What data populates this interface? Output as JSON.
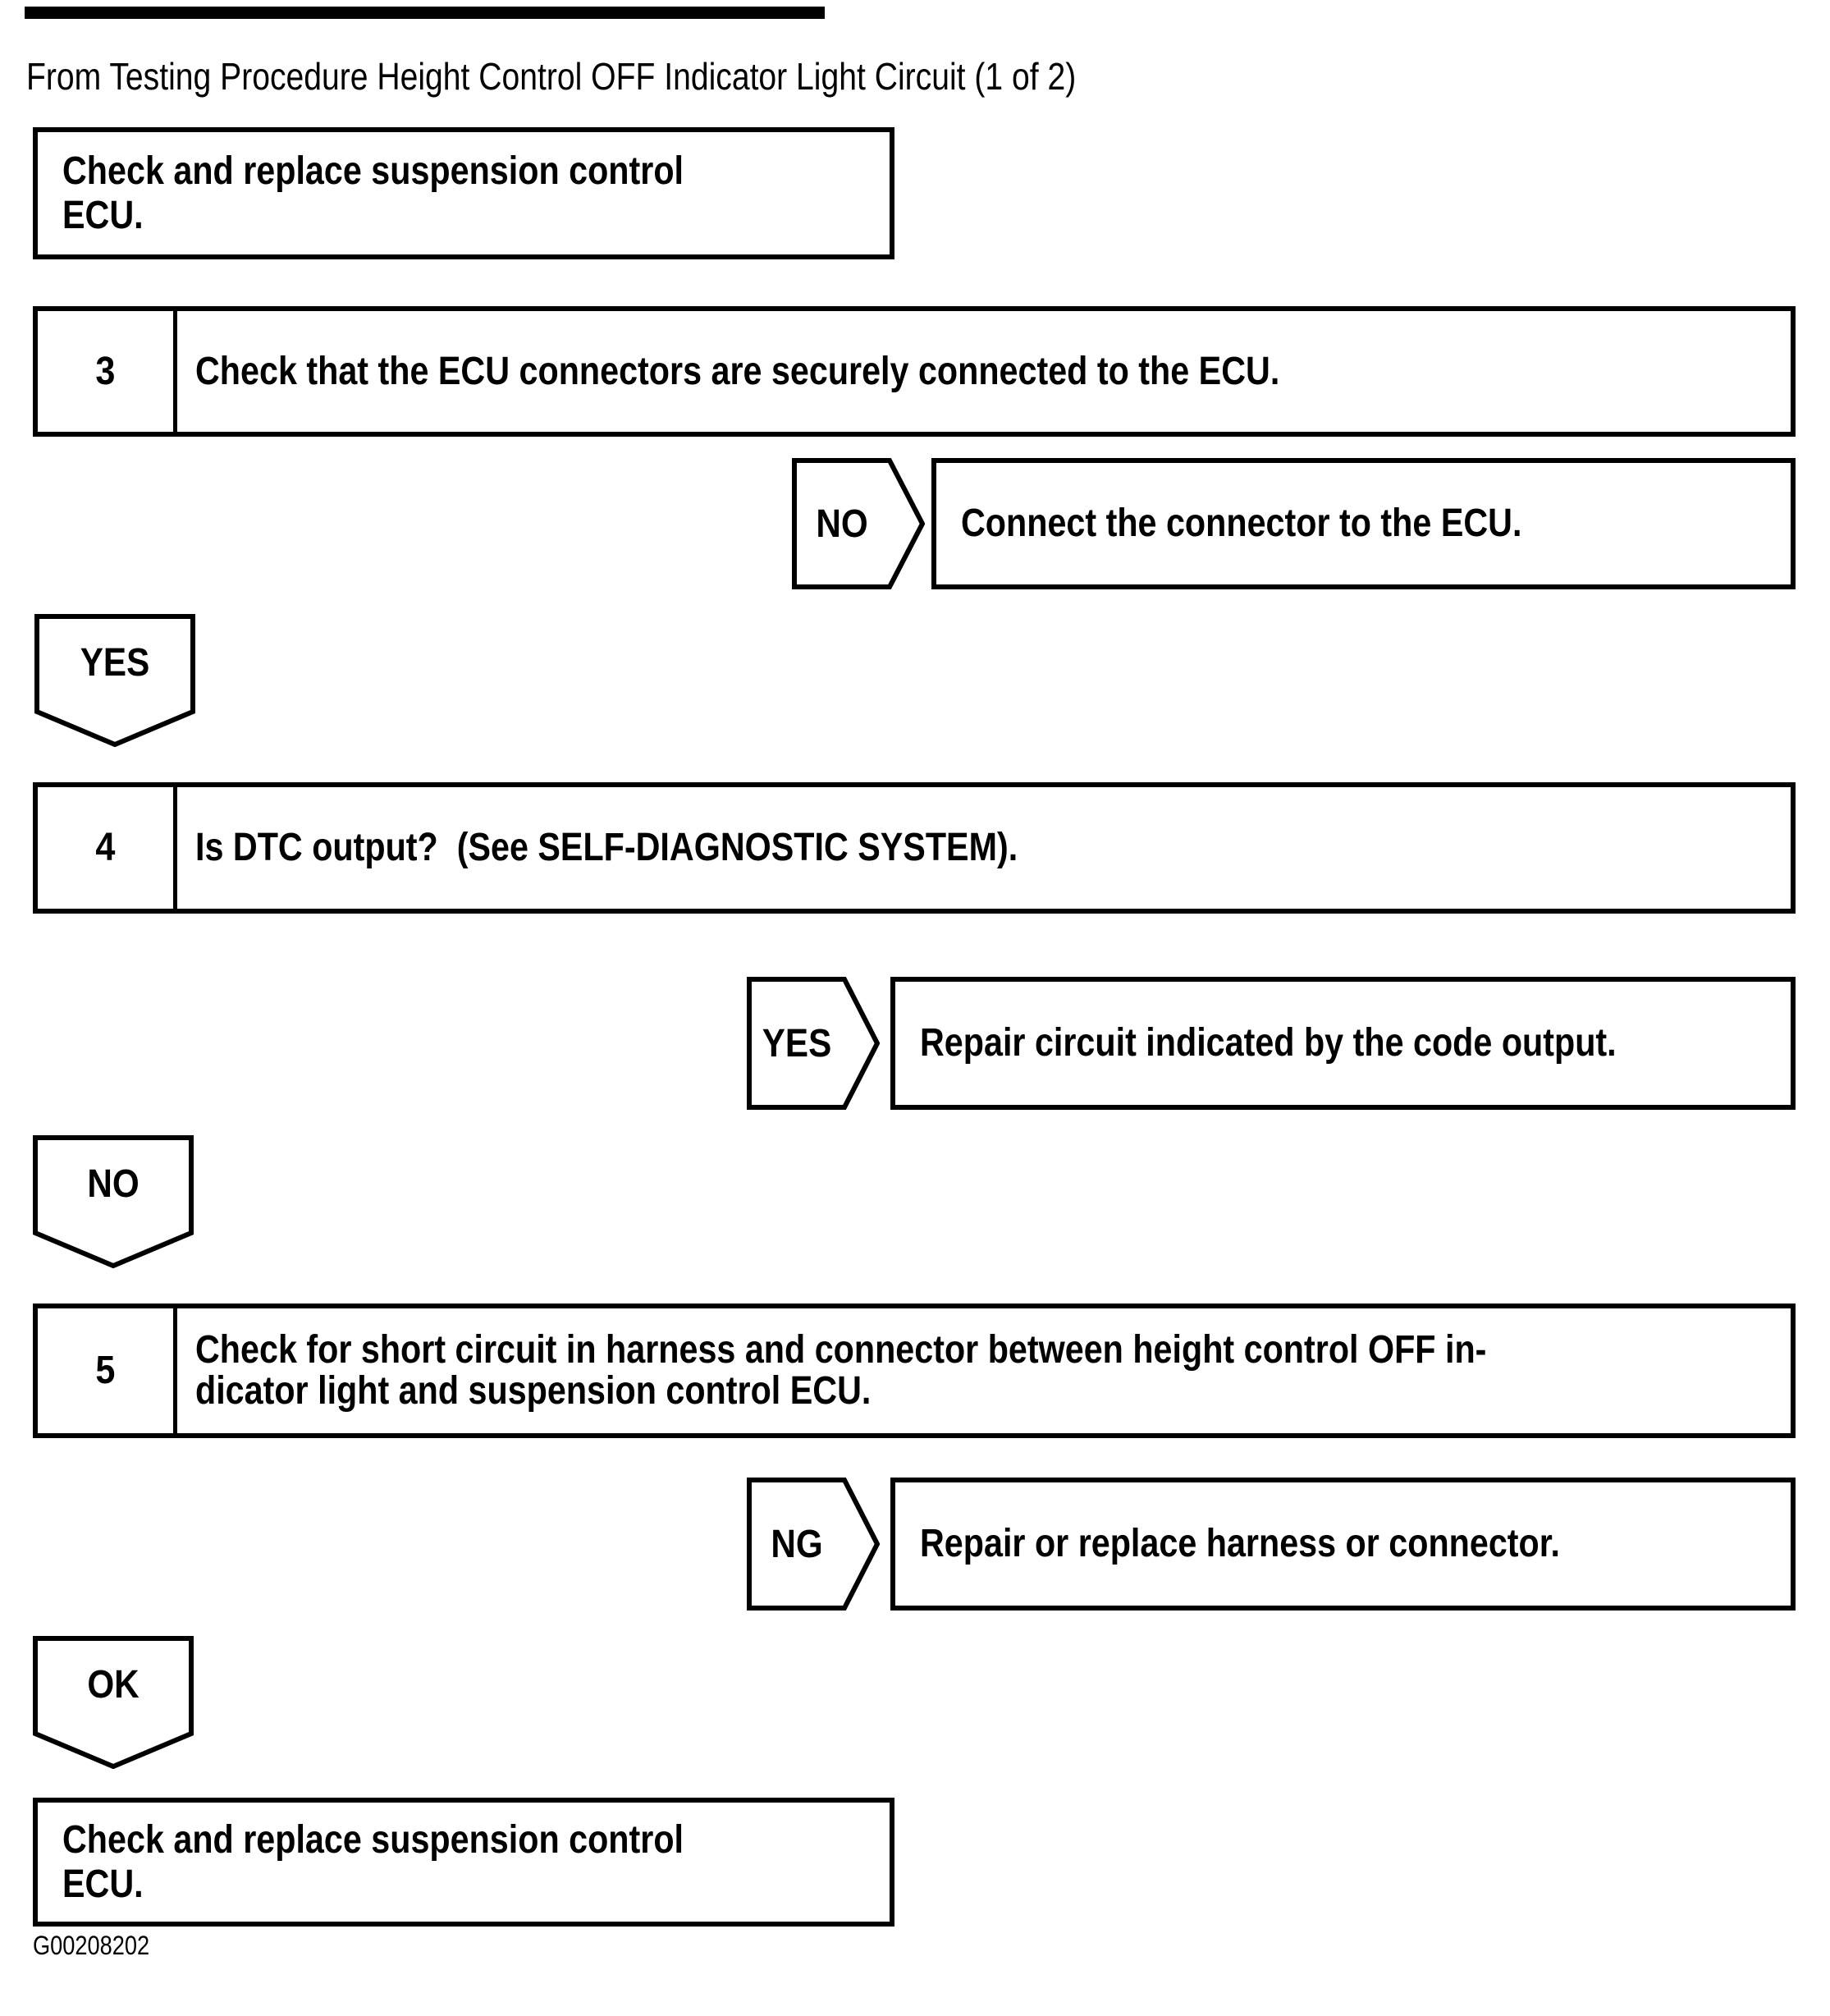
{
  "page": {
    "title": "From Testing Procedure Height Control OFF Indicator Light Circuit (1 of 2)",
    "figure_id": "G00208202",
    "colors": {
      "line": "#000000",
      "background": "#ffffff"
    }
  },
  "flowchart": {
    "start_box": {
      "text": "Check and replace suspension control ECU."
    },
    "steps": [
      {
        "number": "3",
        "text": "Check that the ECU connectors are securely connected to the ECU.",
        "branch": {
          "label": "NO",
          "action": "Connect the connector to the ECU."
        },
        "continue_label": "YES"
      },
      {
        "number": "4",
        "text": "Is DTC output?  (See SELF-DIAGNOSTIC SYSTEM).",
        "branch": {
          "label": "YES",
          "action": "Repair circuit indicated by the code output."
        },
        "continue_label": "NO"
      },
      {
        "number": "5",
        "text": "Check for short circuit in harness and connector between height control OFF in-\ndicator light and suspension control ECU.",
        "branch": {
          "label": "NG",
          "action": "Repair or replace harness or connector."
        },
        "continue_label": "OK"
      }
    ],
    "end_box": {
      "text": "Check and replace suspension control ECU."
    }
  }
}
